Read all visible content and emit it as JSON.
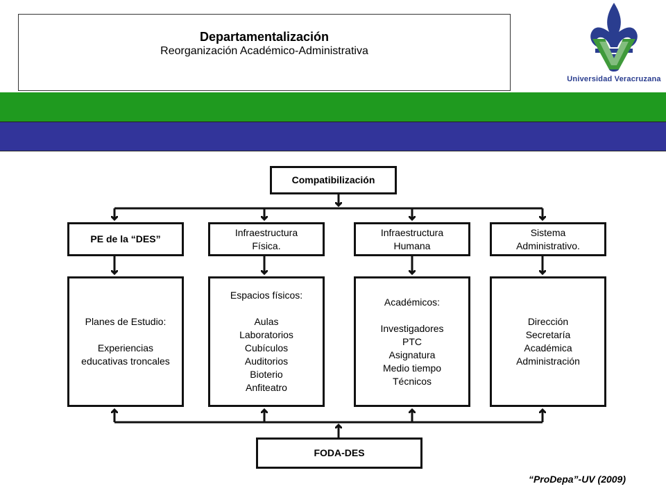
{
  "header": {
    "title": "Departamentalización",
    "subtitle": "Reorganización Académico-Administrativa"
  },
  "logo": {
    "name": "Universidad Veracruzana",
    "icon": "fleur-de-lis-icon",
    "colors": {
      "blue": "#2a3d8f",
      "green": "#3f9a3a"
    }
  },
  "bands": {
    "green": "#1f9a1f",
    "blue": "#32349a"
  },
  "diagram": {
    "top": "Compatibilización",
    "bottom": "FODA-DES",
    "columns": [
      {
        "header": "PE de la “DES”",
        "content": "Planes de Estudio:\n\nExperiencias\neducativas troncales"
      },
      {
        "header": "Infraestructura\nFísica.",
        "content": "Espacios físicos:\n\nAulas\nLaboratorios\nCubículos\nAuditorios\nBioterio\nAnfiteatro"
      },
      {
        "header": "Infraestructura\nHumana",
        "content": "Académicos:\n\nInvestigadores\nPTC\nAsignatura\nMedio tiempo\nTécnicos"
      },
      {
        "header": "Sistema\nAdministrativo.",
        "content": "Dirección\nSecretaría\nAcadémica\nAdministración"
      }
    ]
  },
  "citation": "“ProDepa”-UV  (2009)"
}
